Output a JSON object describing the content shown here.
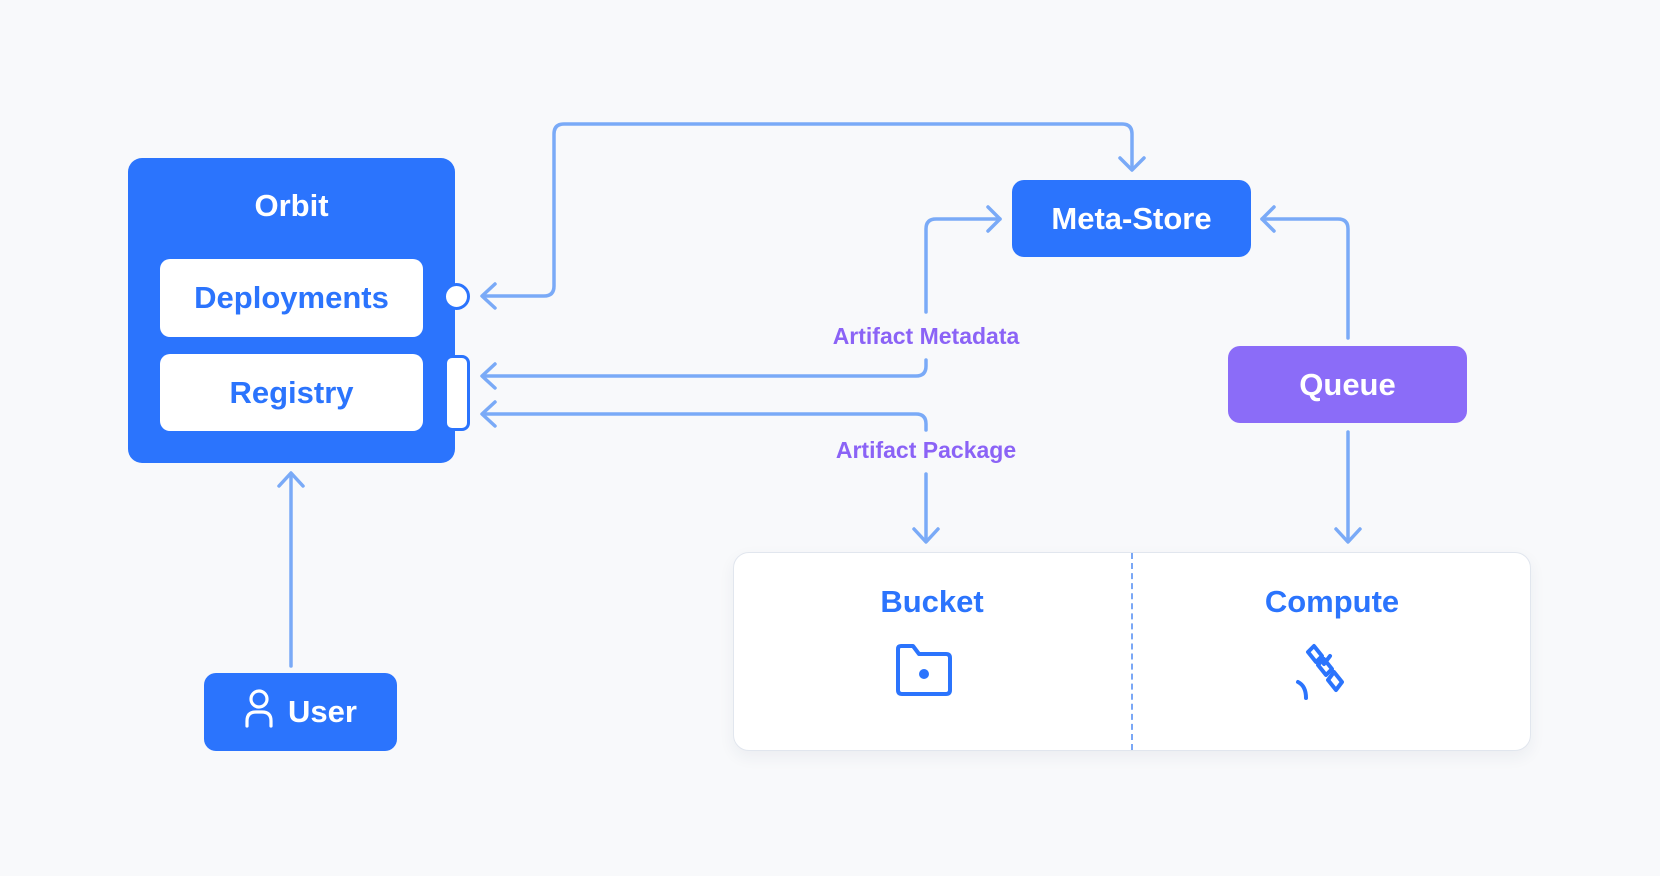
{
  "nodes": {
    "orbit": {
      "title": "Orbit",
      "children": [
        "Deployments",
        "Registry"
      ]
    },
    "user": {
      "label": "User",
      "icon": "user-icon"
    },
    "meta_store": {
      "label": "Meta-Store"
    },
    "queue": {
      "label": "Queue"
    },
    "bucket": {
      "label": "Bucket",
      "icon": "folder-icon"
    },
    "compute": {
      "label": "Compute",
      "icon": "satellite-icon"
    }
  },
  "edges": {
    "artifact_metadata": "Artifact Metadata",
    "artifact_package": "Artifact Package"
  },
  "colors": {
    "primary": "#2b74fd",
    "line": "#7aaaf7",
    "accent": "#8b6cf8",
    "label": "#8b63f6"
  }
}
